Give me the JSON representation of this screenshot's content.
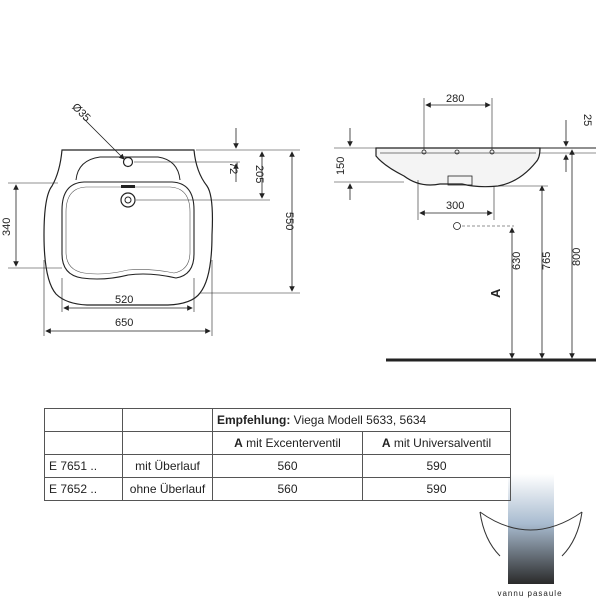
{
  "front_view": {
    "dim_diameter": "Ø35",
    "dim_72": "72",
    "dim_205": "205",
    "dim_340": "340",
    "dim_550": "550",
    "dim_520": "520",
    "dim_650": "650"
  },
  "side_view": {
    "dim_280": "280",
    "dim_25": "25",
    "dim_150": "150",
    "dim_300": "300",
    "label_A": "A",
    "dim_630": "630",
    "dim_765": "765",
    "dim_800": "800"
  },
  "table": {
    "header_bold": "Empfehlung:",
    "header_rest": " Viega Modell 5633, 5634",
    "col1_A": "A",
    "col1_text": " mit Excenterventil",
    "col2_A": "A",
    "col2_text": " mit Universalventil",
    "rows": [
      {
        "code": "E 7651 ..",
        "variant": "mit Überlauf",
        "val1": "560",
        "val2": "590"
      },
      {
        "code": "E 7652 ..",
        "variant": "ohne Überlauf",
        "val1": "560",
        "val2": "590"
      }
    ]
  },
  "watermark": {
    "text": "vannu pasaule"
  }
}
